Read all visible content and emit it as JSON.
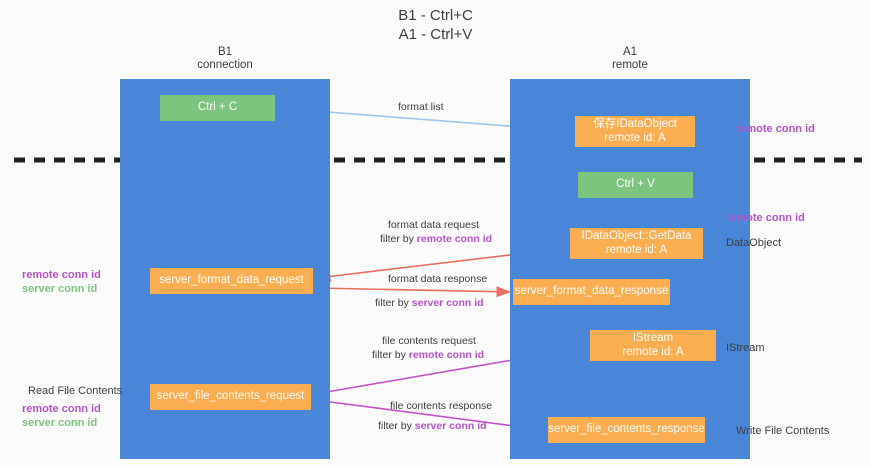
{
  "title": "B1 - Ctrl+C\nA1 - Ctrl+V",
  "columns": {
    "left": "B1\nconnection",
    "right": "A1\nremote"
  },
  "colors": {
    "lane": "#4a86d8",
    "node_green": "#7dc47f",
    "node_orange": "#fbad52",
    "accent_purple": "#b453c8",
    "accent_green": "#7dc47f",
    "arrow_blue": "#9fc5f0",
    "arrow_red": "#e8705f",
    "arrow_black": "#202124",
    "arrow_magenta": "#c452c8",
    "divider": "#202124",
    "text": "#3c4043",
    "background": "#fbfbfb"
  },
  "nodes": {
    "ctrl_c": "Ctrl + C",
    "save_dataobject": "保存IDataObject\nremote id: A",
    "ctrl_v": "Ctrl + V",
    "getdata": "IDataObject::GetData\nremote id: A",
    "format_data_request": "server_format_data_request",
    "format_data_response": "server_format_data_response",
    "istream": "IStream\nremote id: A",
    "file_contents_request": "server_file_contents_request",
    "file_contents_response": "server_file_contents_response"
  },
  "edge_labels": {
    "format_list": "format list",
    "format_data_request": "format data request",
    "format_data_request_filter_prefix": "filter by ",
    "format_data_request_filter_key": "remote conn id",
    "format_data_response": "format data response",
    "format_data_response_filter_prefix": "filter by ",
    "format_data_response_filter_key": "server conn id",
    "file_contents_request": "file contents request",
    "file_contents_request_filter_prefix": "filter by ",
    "file_contents_request_filter_key": "remote conn id",
    "file_contents_response": "file contents response",
    "file_contents_response_filter_prefix": "filter by ",
    "file_contents_response_filter_key": "server conn id"
  },
  "side_notes": {
    "remote_conn_top": "remote conn id",
    "remote_conn_mid": "remote conn id",
    "dataobject": "DataObject",
    "istream": "IStream",
    "write_file_contents": "Write File Contents",
    "read_file_contents": "Read File Contents",
    "left_remote_conn": "remote conn id",
    "left_server_conn": "server conn id"
  }
}
